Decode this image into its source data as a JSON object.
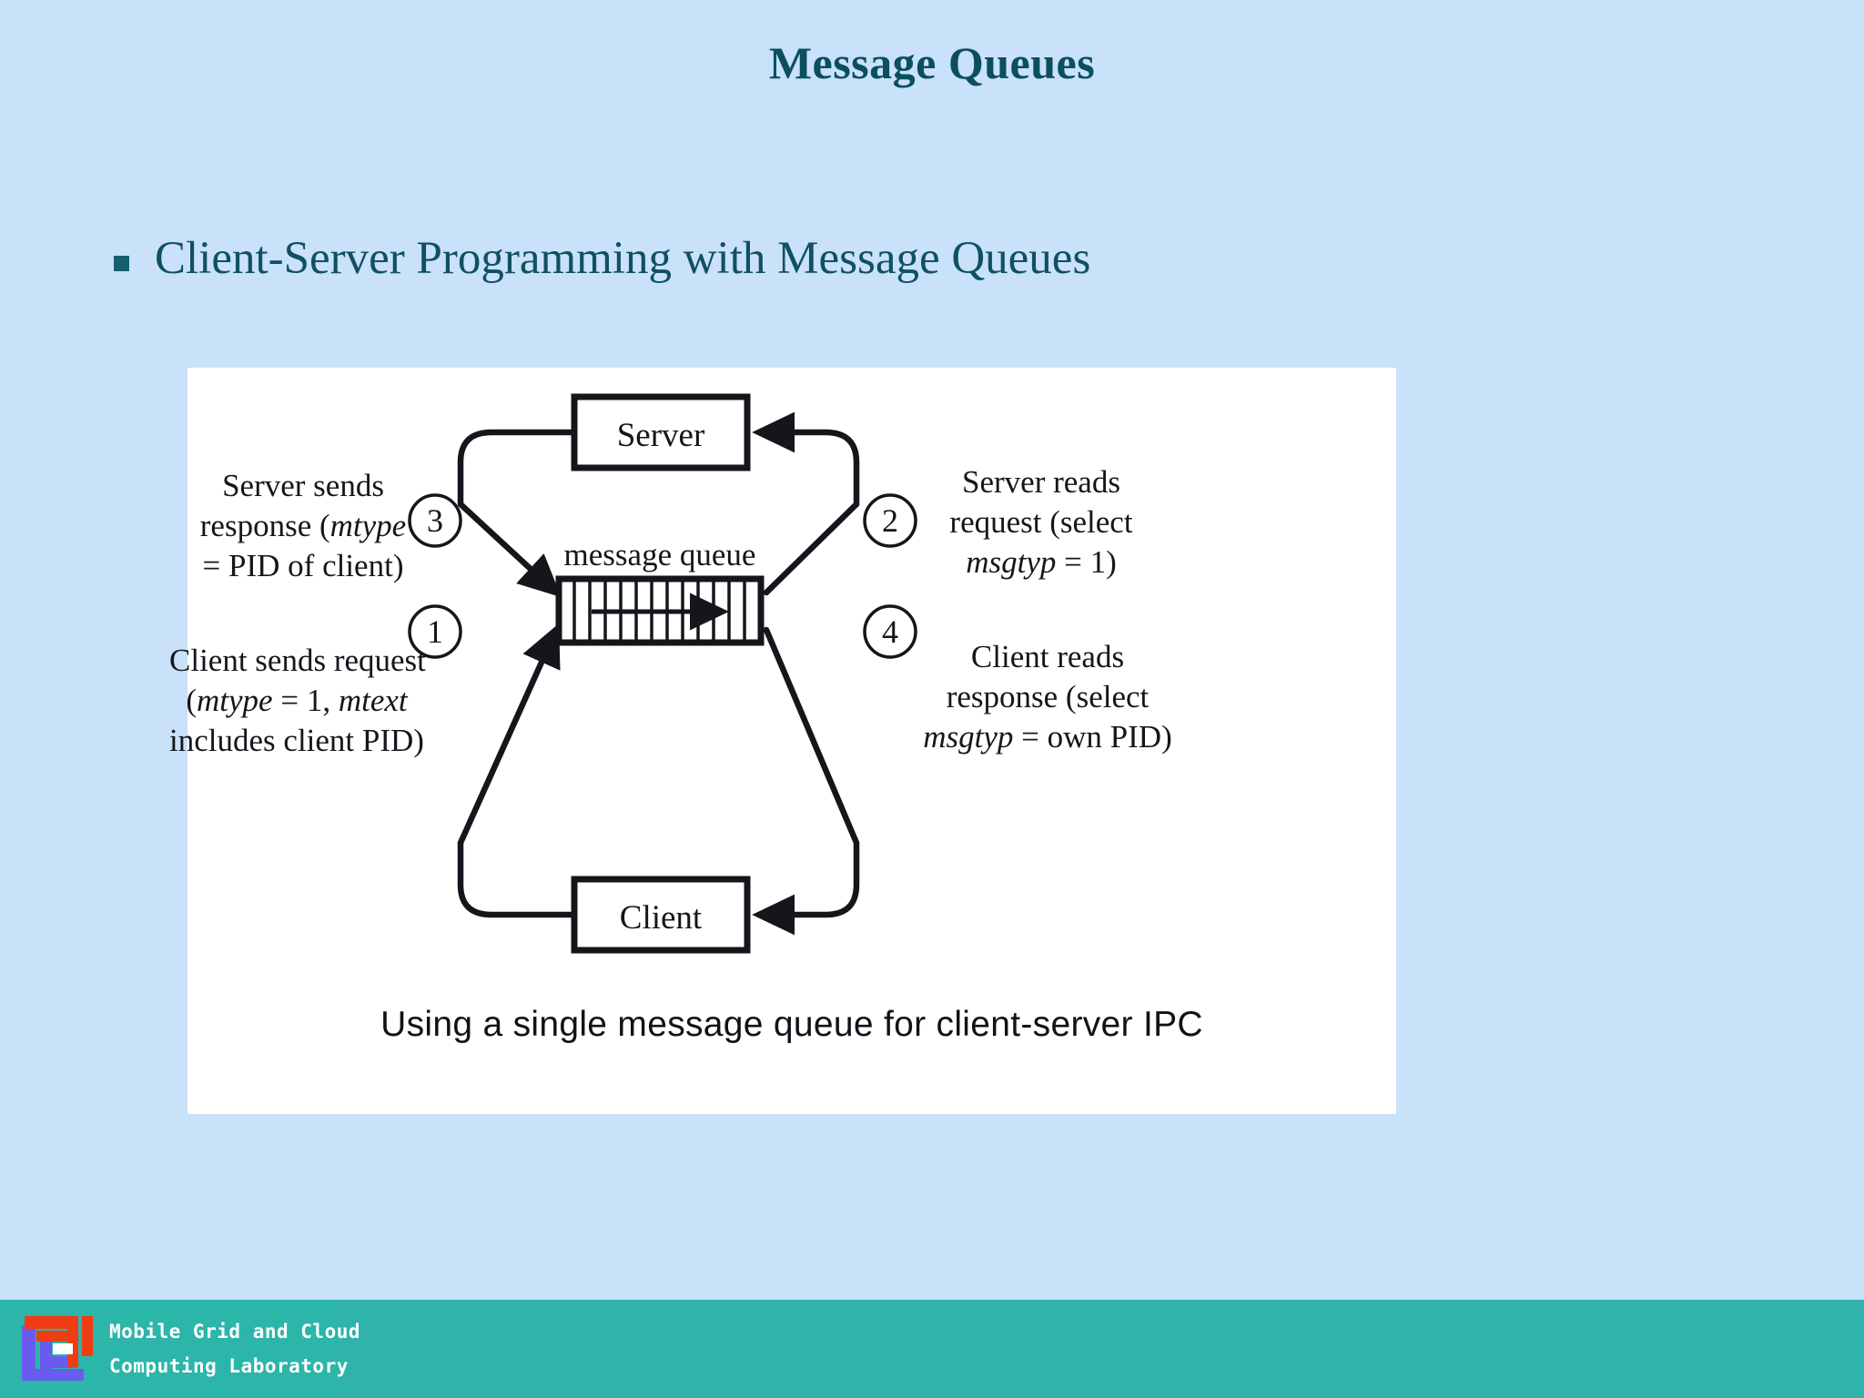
{
  "slide": {
    "title": "Message Queues",
    "background_color": "#c9e1f9",
    "title_color": "#0b4f5c"
  },
  "bullets": [
    {
      "marker": "square-bullet",
      "text": "Client-Server Programming with Message Queues"
    }
  ],
  "figure": {
    "caption": "Using a single message queue for client-server IPC",
    "queue_label": "message queue",
    "nodes": [
      {
        "id": "server-box",
        "label": "Server"
      },
      {
        "id": "client-box",
        "label": "Client"
      }
    ],
    "steps": [
      {
        "number": "1",
        "position": "bottom-left",
        "lines": [
          "Client sends request",
          "(mtype = 1, mtext",
          "includes client PID)"
        ],
        "line1": "Client sends request",
        "line2_pre": "(",
        "line2_em1": "mtype",
        "line2_mid": " = 1, ",
        "line2_em2": "mtext",
        "line3": "includes client PID)"
      },
      {
        "number": "2",
        "position": "top-right",
        "lines": [
          "Server reads",
          "request (select",
          "msgtyp = 1)"
        ],
        "line1": "Server reads",
        "line2": "request (select",
        "line3_em": "msgtyp",
        "line3_post": " = 1)"
      },
      {
        "number": "3",
        "position": "top-left",
        "lines": [
          "Server sends",
          "response (mtype",
          "= PID of client)"
        ],
        "line1": "Server sends",
        "line2_pre": "response (",
        "line2_em": "mtype",
        "line3": "= PID of client)"
      },
      {
        "number": "4",
        "position": "bottom-right",
        "lines": [
          "Client reads",
          "response (select",
          "msgtyp = own PID)"
        ],
        "line1": "Client reads",
        "line2": "response (select",
        "line3_em": "msgtyp",
        "line3_post": " = own PID)"
      }
    ],
    "queue_cells": 12,
    "panel_color": "#ffffff",
    "stroke_color": "#15161c"
  },
  "footer": {
    "line1": "Mobile Grid and Cloud",
    "line2": "Computing Laboratory",
    "band_color": "#2fb3ab",
    "logo_red": "#f03c12",
    "logo_purple": "#6a5bf0",
    "text_color": "#ffffff"
  }
}
